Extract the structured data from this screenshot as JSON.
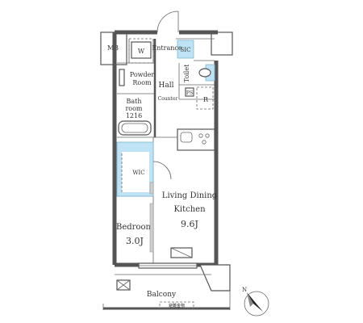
{
  "rooms": {
    "mb": "MB",
    "w": "W",
    "entrance": "Entrance",
    "sic": "SIC",
    "powder_room_1": "Powder",
    "powder_room_2": "Room",
    "hall": "Hall",
    "toilet": "Toilet",
    "counter": "Counter",
    "ps": "PS",
    "r": "R",
    "bath_room_1": "Bath",
    "bath_room_2": "room",
    "bath_room_3": "1216",
    "wic": "WIC",
    "ldk_1": "Living Dining",
    "ldk_2": "Kitchen",
    "ldk_size": "9.6J",
    "bedroom": "Bedroom",
    "bedroom_size": "3.0J",
    "balcony": "Balcony",
    "balcony_note": "避難金物"
  },
  "compass": {
    "label": "N"
  },
  "colors": {
    "storage_blue": "#bfe3f5",
    "wall": "#555555"
  }
}
